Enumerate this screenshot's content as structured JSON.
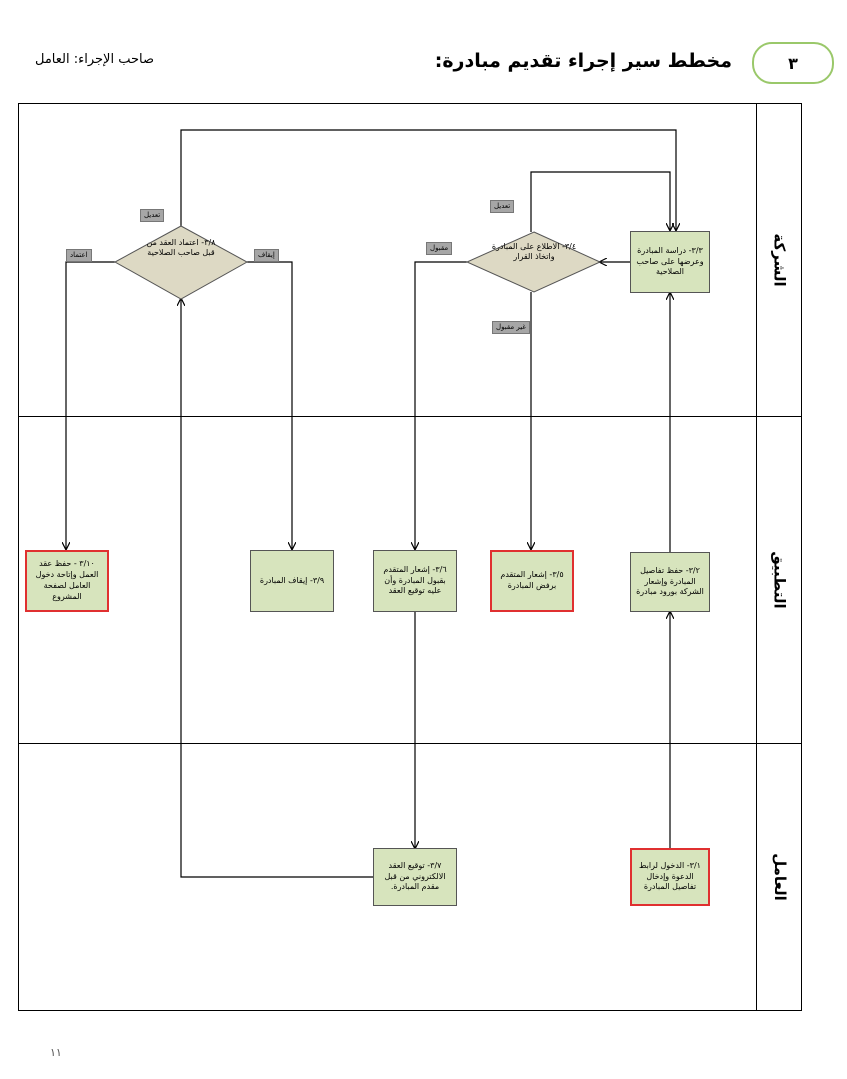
{
  "header": {
    "number": "٣",
    "title": "مخطط سير إجراء تقديم مبادرة:",
    "owner": "صاحب الإجراء: العامل"
  },
  "lanes": [
    {
      "label": "الشركة"
    },
    {
      "label": "التطبيق"
    },
    {
      "label": "العامل"
    }
  ],
  "steps": {
    "s1": "٣/١- الدخول لرابط الدعوة وإدخال تفاصيل المبادرة",
    "s2": "٣/٢- حفظ تفاصيل المبادرة وإشعار الشركة بورود مبادرة",
    "s3": "٣/٣- دراسة المبادرة وعرضها على صاحب الصلاحية",
    "s4": "٣/٤- الاطلاع على المبادرة واتخاذ القرار",
    "s5": "٣/٥- إشعار المتقدم برفض المبادرة",
    "s6": "٣/٦- إشعار المتقدم بقبول المبادرة وأن عليه توقيع العقد",
    "s7": "٣/٧- توقيع العقد الالكتروني من قبل مقدم المبادرة.",
    "s8": "٣/٨- اعتماد العقد من قبل صاحب الصلاحية",
    "s9": "٣/٩- إيقاف المبادرة",
    "s10": "٣/١٠ - حفظ عقد العمل وإتاحة دخول العامل لصفحة المشروع"
  },
  "tags": {
    "edit1": "تعديل",
    "edit2": "تعديل",
    "accepted": "مقبول",
    "rejected": "غير مقبول",
    "approve": "اعتماد",
    "stop": "إيقاف"
  },
  "page_number": "١١"
}
